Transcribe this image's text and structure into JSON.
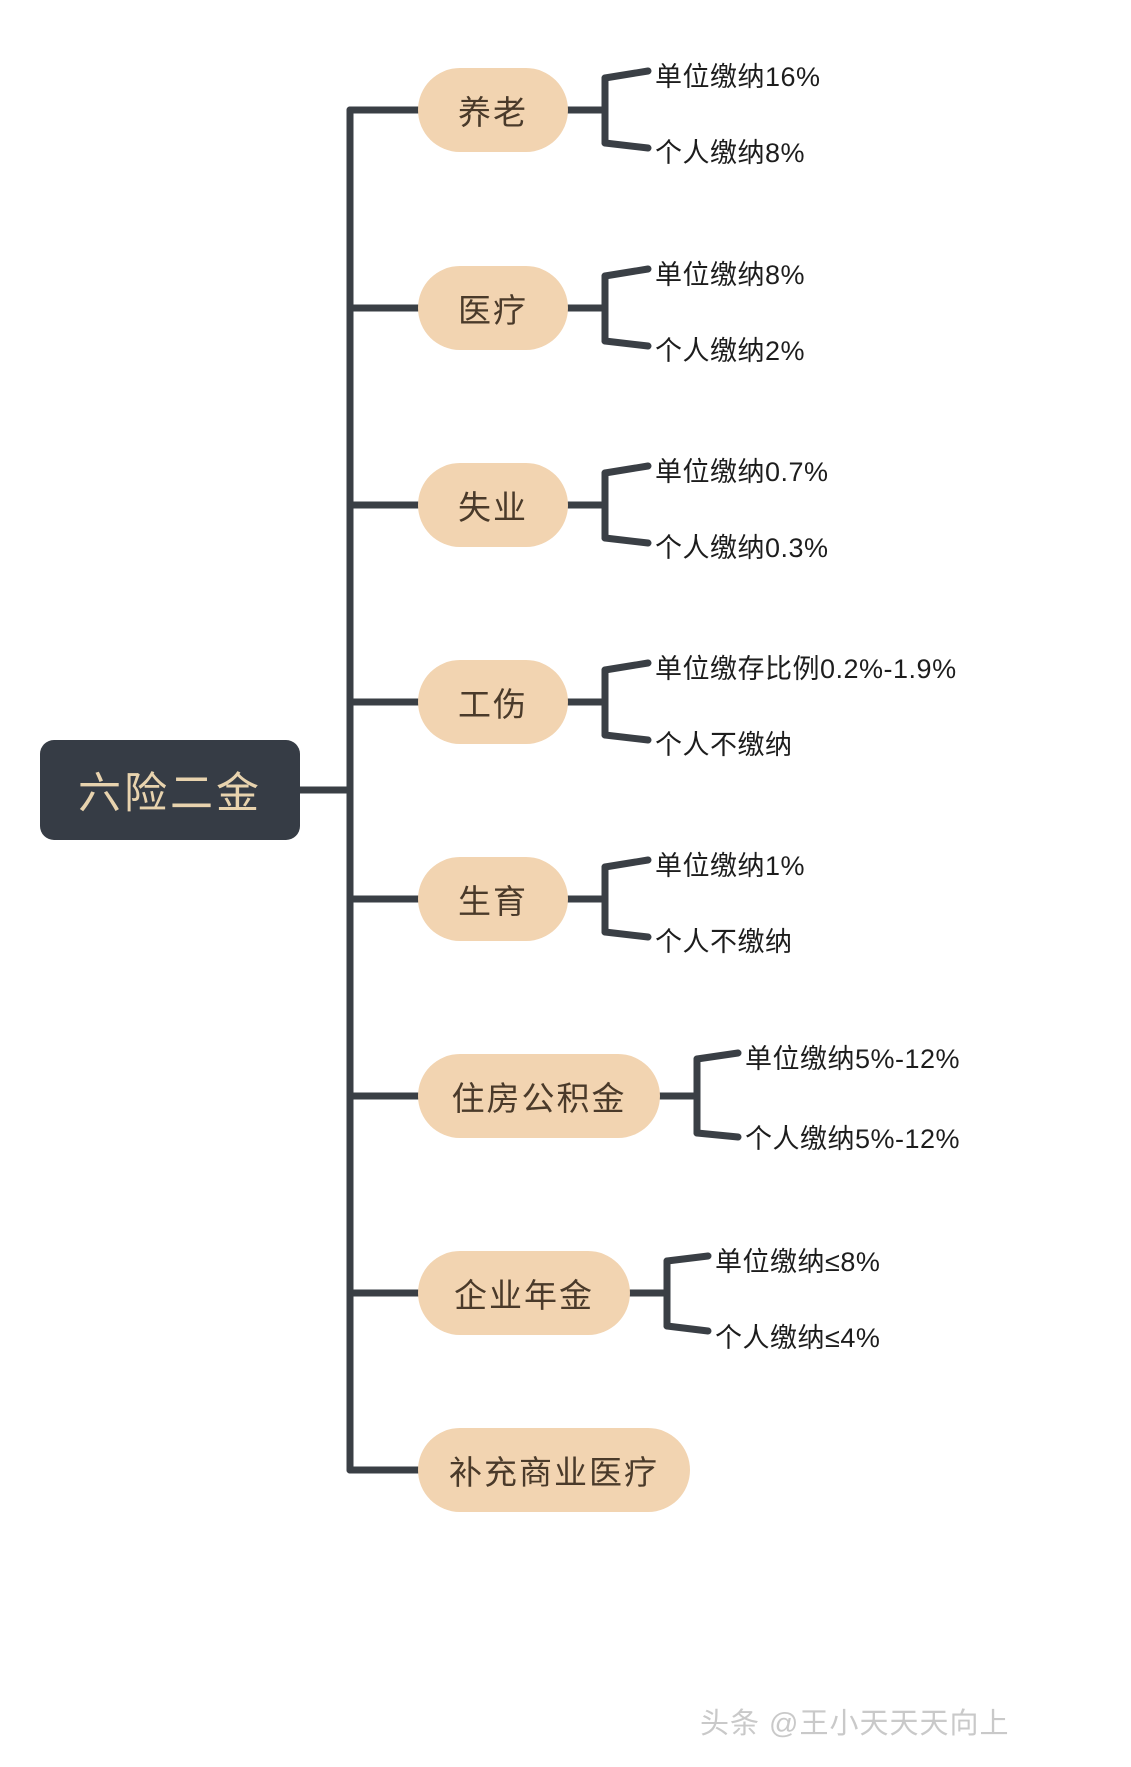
{
  "diagram": {
    "title": "六险二金",
    "root": {
      "label": "六险二金",
      "bg_color": "#363c45",
      "text_color": "#e8d3ae"
    },
    "branch_color": "#f2d4b1",
    "branch_text_color": "#4a3a2a",
    "connector_color": "#3a3f45",
    "branches": [
      {
        "label": "养老",
        "leaves": [
          "单位缴纳16%",
          "个人缴纳8%"
        ]
      },
      {
        "label": "医疗",
        "leaves": [
          "单位缴纳8%",
          "个人缴纳2%"
        ]
      },
      {
        "label": "失业",
        "leaves": [
          "单位缴纳0.7%",
          "个人缴纳0.3%"
        ]
      },
      {
        "label": "工伤",
        "leaves": [
          "单位缴存比例0.2%-1.9%",
          "个人不缴纳"
        ]
      },
      {
        "label": "生育",
        "leaves": [
          "单位缴纳1%",
          "个人不缴纳"
        ]
      },
      {
        "label": "住房公积金",
        "leaves": [
          "单位缴纳5%-12%",
          "个人缴纳5%-12%"
        ]
      },
      {
        "label": "企业年金",
        "leaves": [
          "单位缴纳≤8%",
          "个人缴纳≤4%"
        ]
      },
      {
        "label": "补充商业医疗",
        "leaves": []
      }
    ]
  },
  "watermark": {
    "text": "头条 @王小天天天向上"
  }
}
